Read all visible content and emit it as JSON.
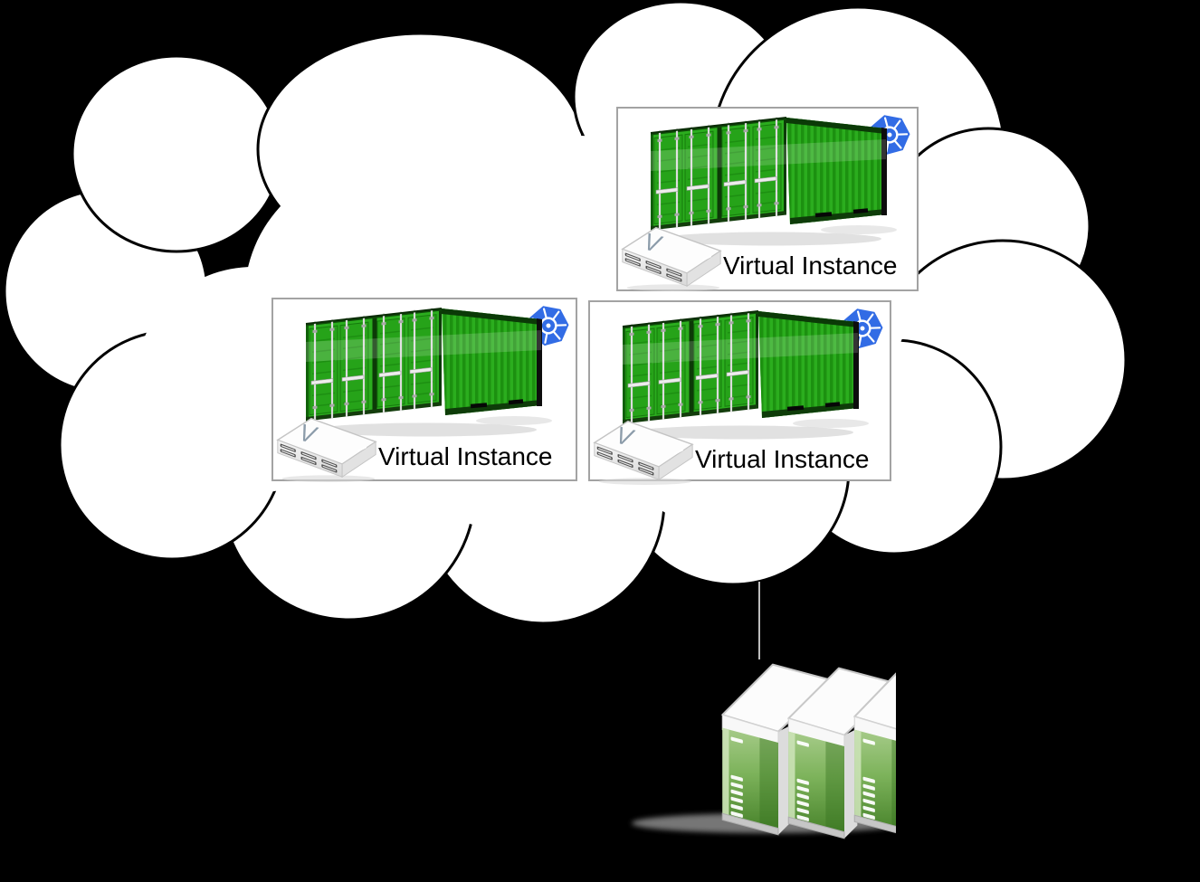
{
  "background_color": "#000000",
  "cloud": {
    "fill": "#ffffff",
    "outline_color": "#000000"
  },
  "instances": [
    {
      "label": "Virtual Instance"
    },
    {
      "label": "Virtual Instance"
    },
    {
      "label": "Virtual Instance"
    }
  ],
  "icons": {
    "kubernetes_icon_color": "#326CE5",
    "container_color": "#2BAD1E",
    "hypervisor_letter": "V"
  },
  "connector": {
    "color": "#BDBDBD"
  },
  "physical_servers": {
    "count": 3,
    "panel_top_color": "#A6CB89",
    "panel_bottom_color": "#49842C"
  }
}
